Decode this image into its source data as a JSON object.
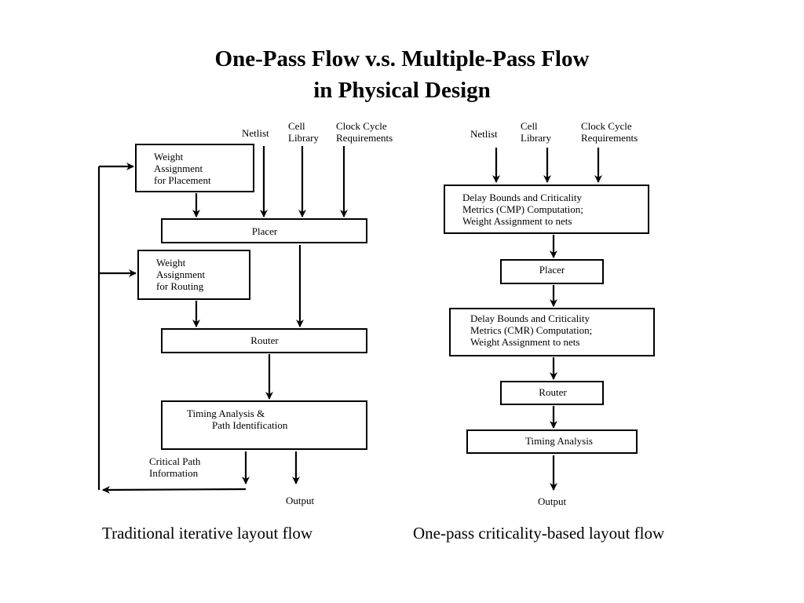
{
  "title": {
    "line1": "One-Pass Flow v.s. Multiple-Pass Flow",
    "line2": "in Physical Design"
  },
  "traditional": {
    "caption": "Traditional iterative layout flow",
    "inputs": {
      "netlist": "Netlist",
      "cell_library": [
        "Cell",
        "Library"
      ],
      "clock_cycle": [
        "Clock Cycle",
        "Requirements"
      ]
    },
    "weight_placement": [
      "Weight",
      "Assignment",
      "for Placement"
    ],
    "placer": "Placer",
    "weight_routing": [
      "Weight",
      "Assignment",
      "for Routing"
    ],
    "router": "Router",
    "timing": [
      "Timing Analysis &",
      "Path Identification"
    ],
    "critical_path_info": [
      "Critical Path",
      "Information"
    ],
    "output": "Output"
  },
  "onepass": {
    "caption": "One-pass criticality-based layout flow",
    "inputs": {
      "netlist": "Netlist",
      "cell_library": [
        "Cell",
        "Library"
      ],
      "clock_cycle": [
        "Clock Cycle",
        "Requirements"
      ]
    },
    "cmp_box": [
      "Delay Bounds and Criticality",
      "Metrics (CMP) Computation;",
      "Weight Assignment to nets"
    ],
    "placer": "Placer",
    "cmr_box": [
      "Delay Bounds and Criticality",
      "Metrics (CMR) Computation;",
      "Weight Assignment to nets"
    ],
    "router": "Router",
    "timing": "Timing Analysis",
    "output": "Output"
  }
}
